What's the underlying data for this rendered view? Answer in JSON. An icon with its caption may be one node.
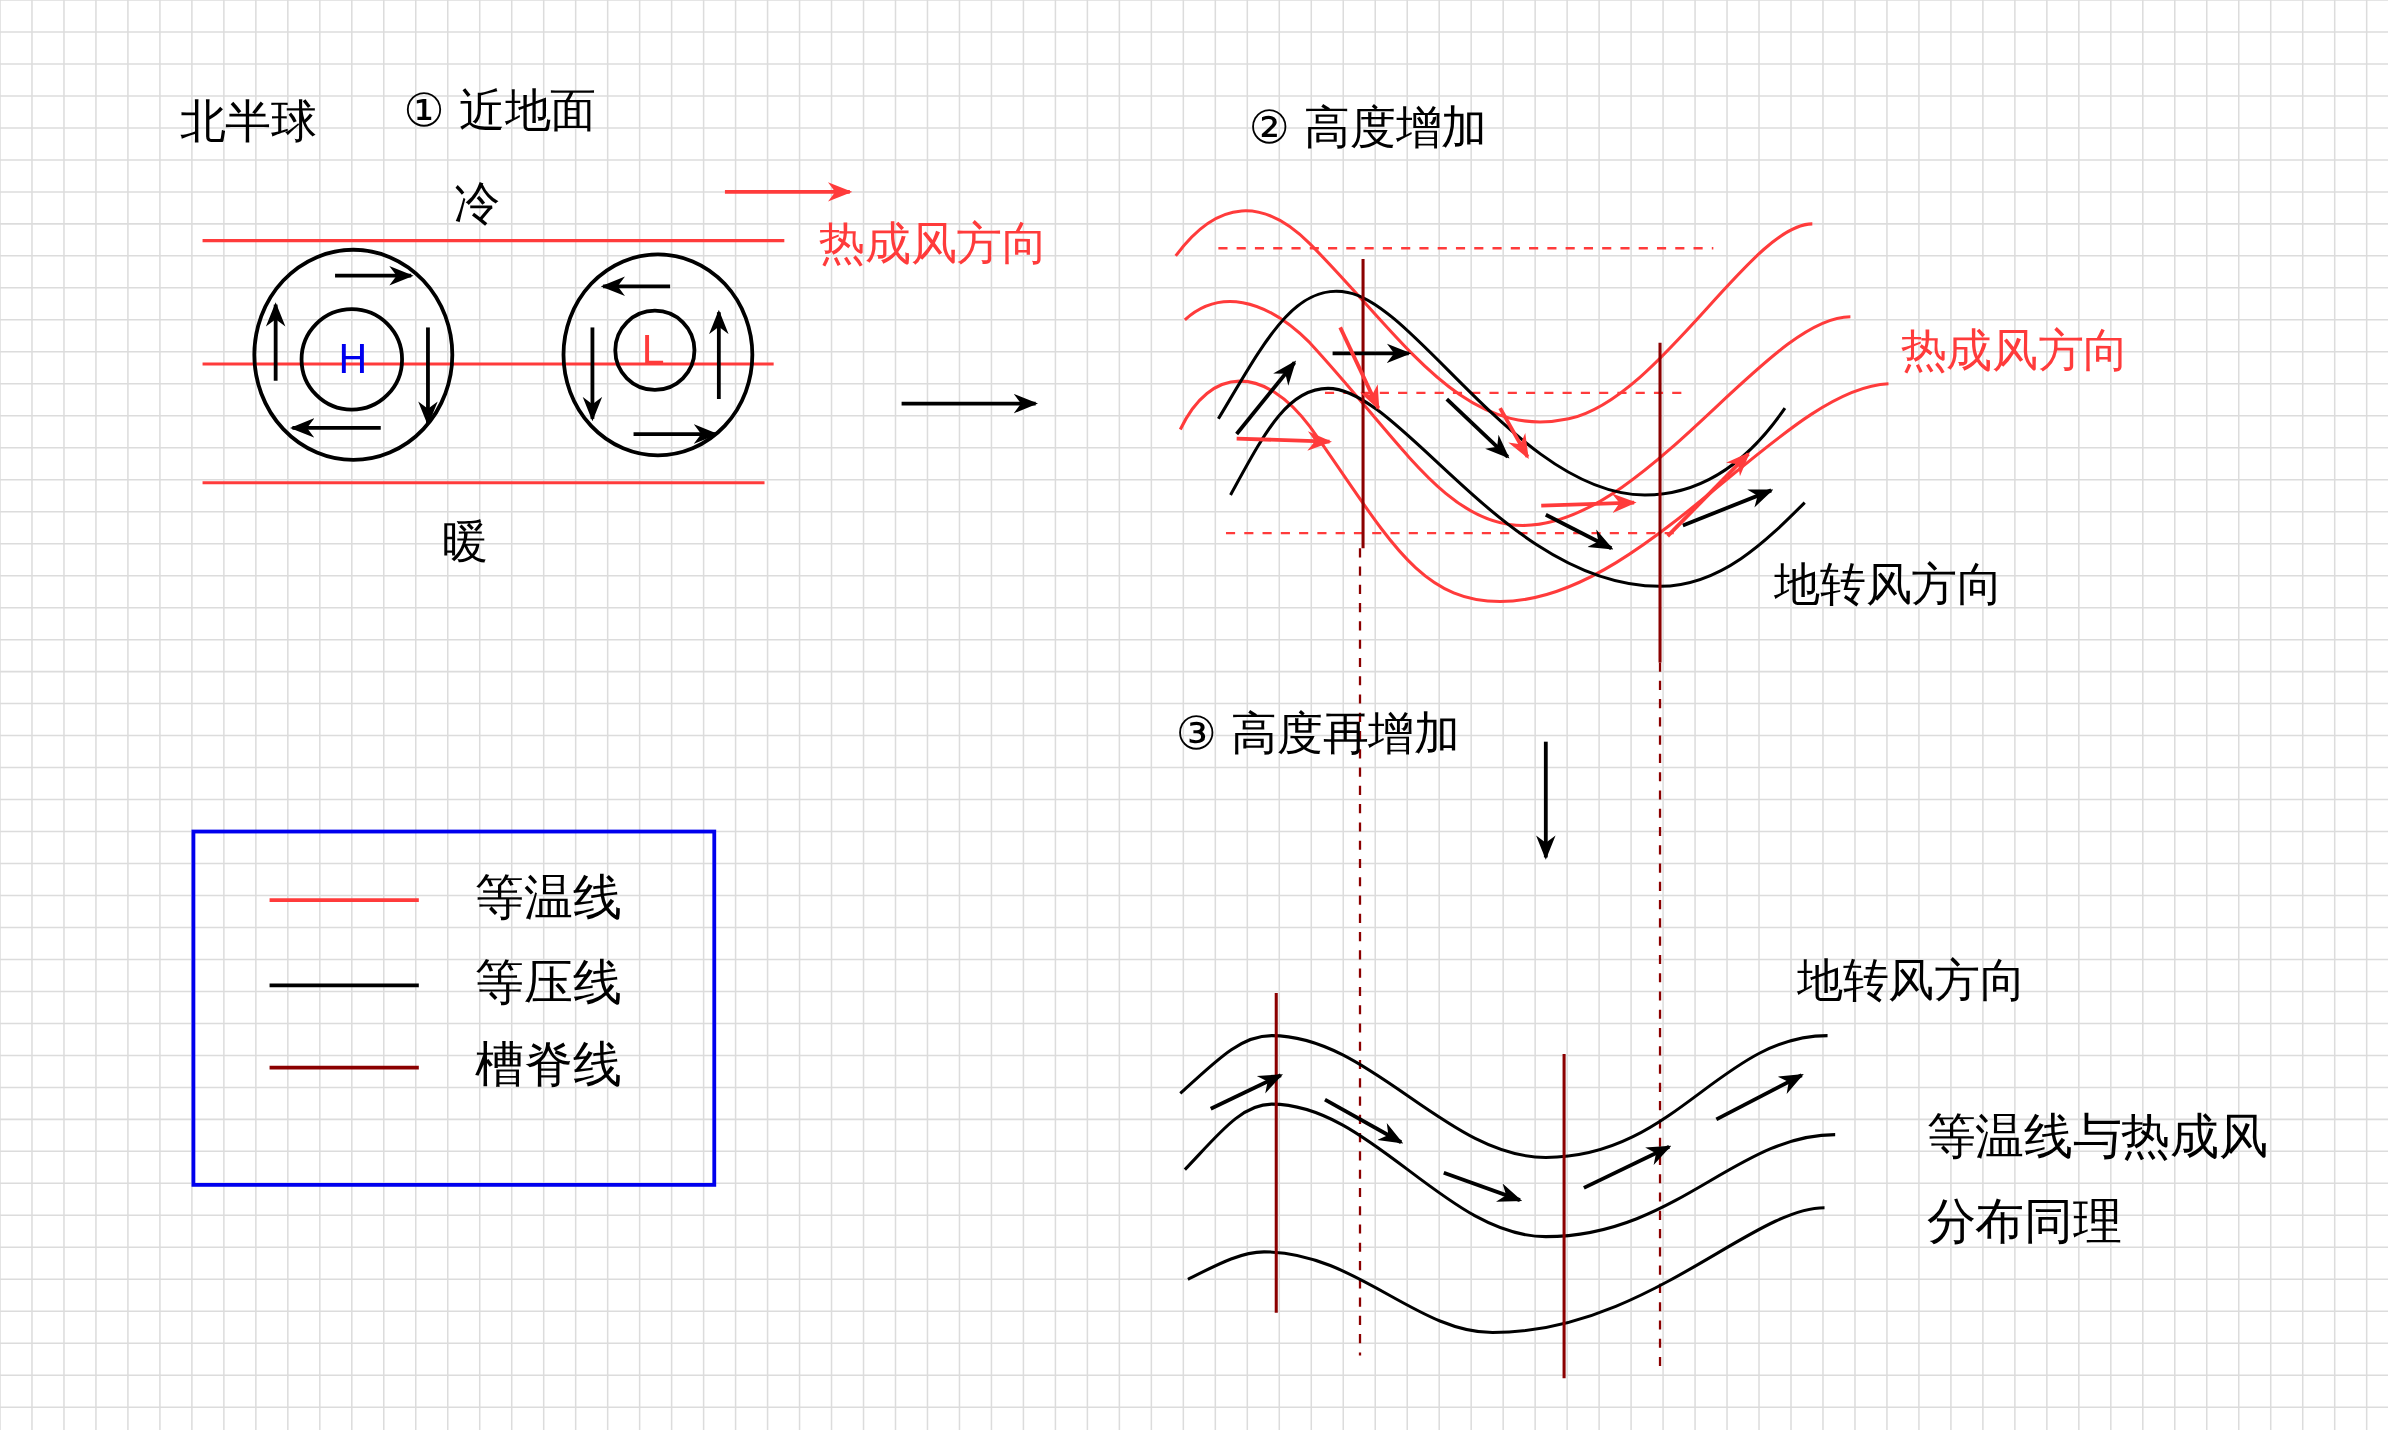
{
  "diagram": {
    "nodes": [
      {
        "text": [
          "H"
        ]
      },
      {
        "text": [
          "L"
        ]
      }
    ],
    "labels": [
      "北半球",
      "① 近地面",
      "冷",
      "热成风方向",
      "暖",
      "② 高度增加",
      "热成风方向",
      "地转风方向",
      "③ 高度再增加",
      "地转风方向",
      "等温线与热成风分布同理"
    ],
    "legend": [
      {
        "text": "等温线"
      },
      {
        "text": "等压线"
      },
      {
        "text": "槽脊线"
      }
    ]
  }
}
